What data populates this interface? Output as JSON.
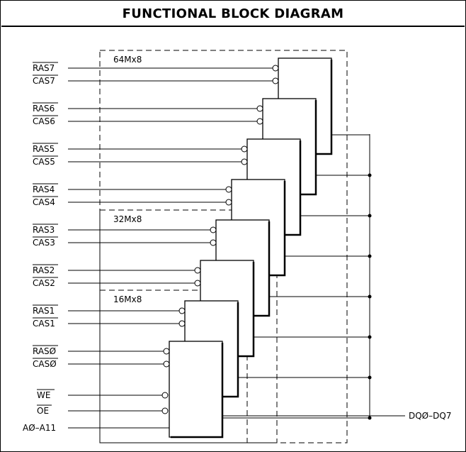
{
  "title": "FUNCTIONAL BLOCK DIAGRAM",
  "groups": [
    {
      "label": "64Mx8"
    },
    {
      "label": "32Mx8"
    },
    {
      "label": "16Mx8"
    }
  ],
  "signals": [
    {
      "ras": "RAS7",
      "cas": "CAS7"
    },
    {
      "ras": "RAS6",
      "cas": "CAS6"
    },
    {
      "ras": "RAS5",
      "cas": "CAS5"
    },
    {
      "ras": "RAS4",
      "cas": "CAS4"
    },
    {
      "ras": "RAS3",
      "cas": "CAS3"
    },
    {
      "ras": "RAS2",
      "cas": "CAS2"
    },
    {
      "ras": "RAS1",
      "cas": "CAS1"
    },
    {
      "ras": "RASØ",
      "cas": "CASØ"
    }
  ],
  "common_inputs": {
    "we": "WE",
    "oe": "OE",
    "address": "AØ–A11"
  },
  "output_label": "DQØ–DQ7"
}
